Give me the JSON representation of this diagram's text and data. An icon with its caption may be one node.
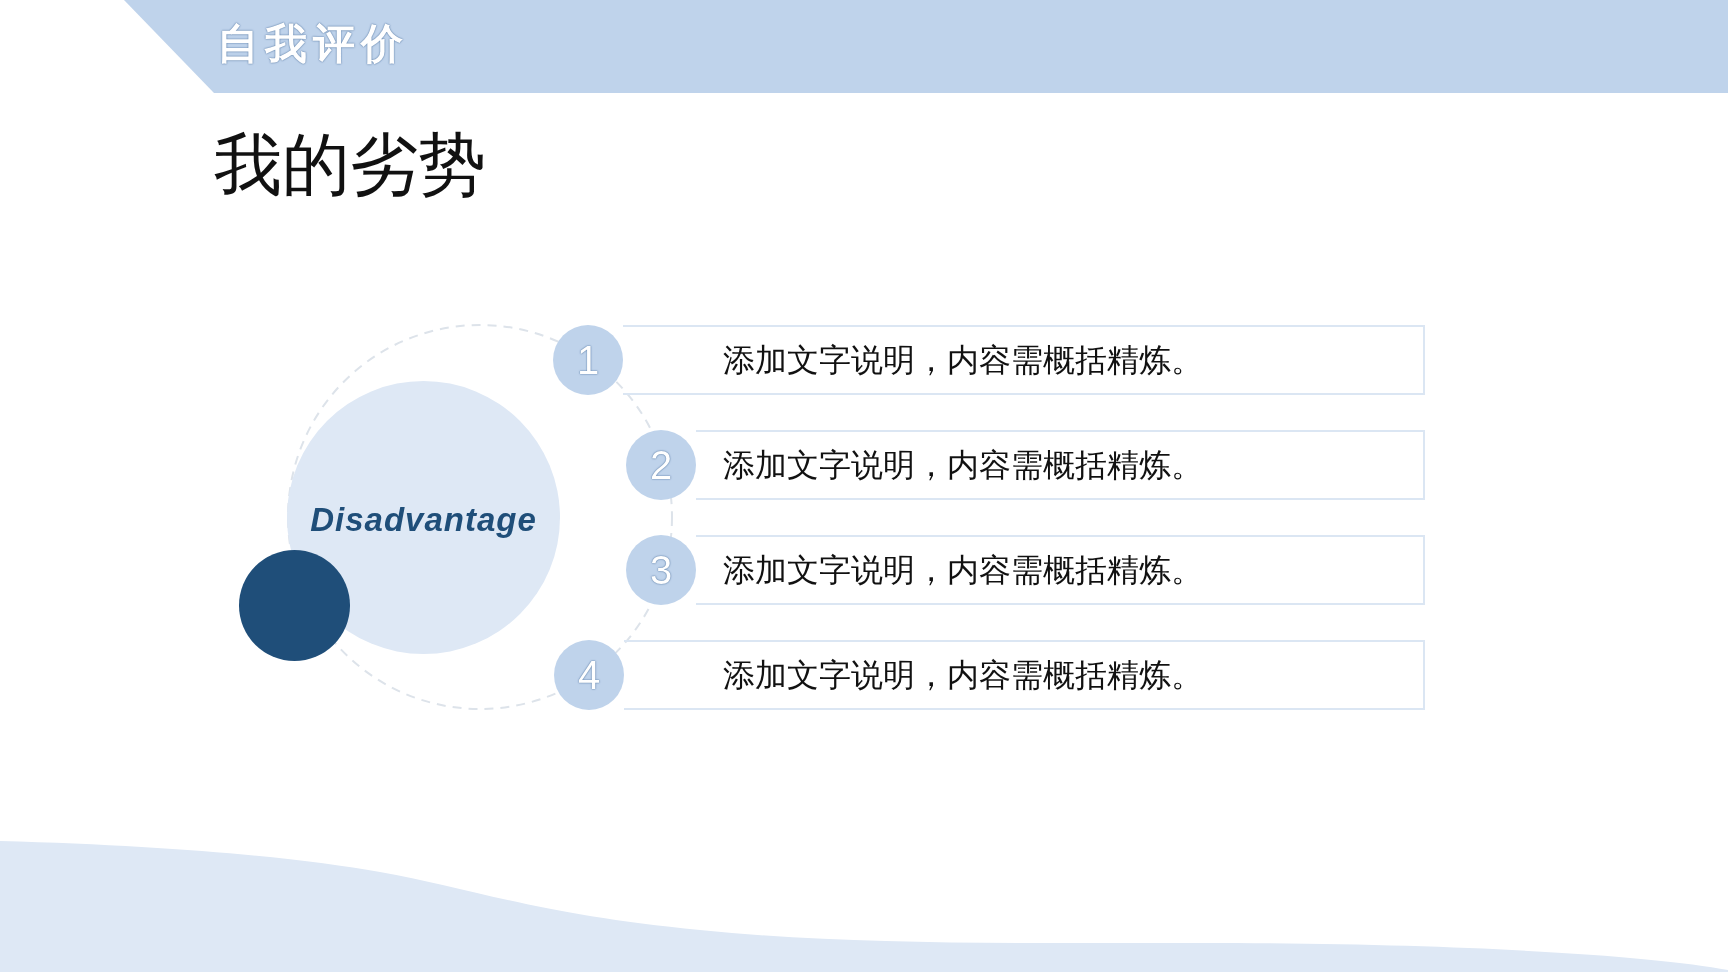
{
  "diagram": {
    "title": "我的劣势",
    "nodes": [
      {
        "text": [
          "自我评价"
        ]
      },
      {
        "text": [
          "Disadvantage"
        ]
      },
      {
        "text": [],
        "shape": "circle"
      },
      {
        "text": [
          "1"
        ]
      },
      {
        "text": [
          "添加文字说明，内容需概括精炼。"
        ]
      },
      {
        "text": [
          "2"
        ]
      },
      {
        "text": [
          "添加文字说明，内容需概括精炼。"
        ]
      },
      {
        "text": [
          "3"
        ]
      },
      {
        "text": [
          "添加文字说明，内容需概括精炼。"
        ]
      },
      {
        "text": [
          "4"
        ]
      },
      {
        "text": [
          "添加文字说明，内容需概括精炼。"
        ]
      },
      {
        "text": [],
        "shape": "band"
      }
    ]
  }
}
